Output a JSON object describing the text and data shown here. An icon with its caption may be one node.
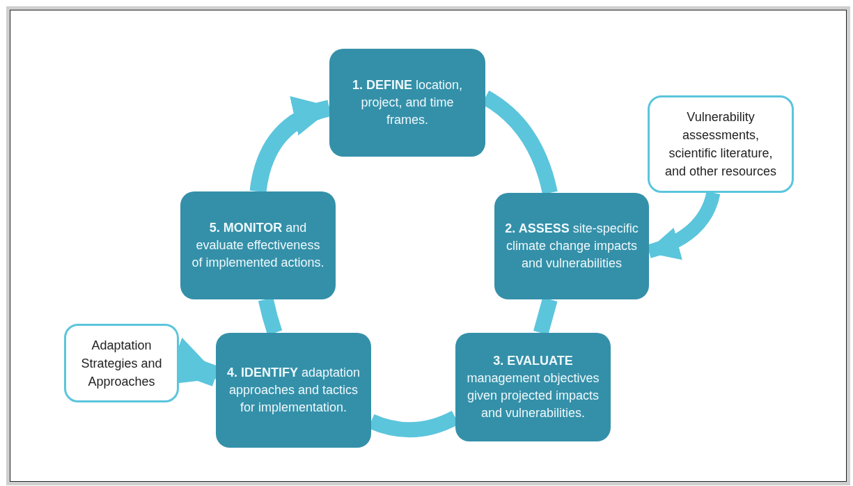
{
  "diagram": {
    "nodes": [
      {
        "text": [
          "**1. DEFINE** location, project, and time frames."
        ]
      },
      {
        "text": [
          "Vulnerability assessments, scientific literature, and other resources"
        ]
      },
      {
        "text": [
          "**5. MONITOR** and evaluate effectiveness of implemented actions."
        ]
      },
      {
        "text": [
          "**2. ASSESS** site-specific climate change impacts and vulnerabilities"
        ]
      },
      {
        "text": [
          "Adaptation Strategies and Approaches"
        ]
      },
      {
        "text": [
          "**4. IDENTIFY** adaptation approaches and tactics for implementation."
        ]
      },
      {
        "text": [
          "**3. EVALUATE** management objectives given projected impacts and vulnerabilities."
        ]
      }
    ],
    "edges": [
      {
        "from": 0,
        "to": 3,
        "arrow": "none"
      },
      {
        "from": 3,
        "to": 6,
        "arrow": "none"
      },
      {
        "from": 6,
        "to": 5,
        "arrow": "none"
      },
      {
        "from": 5,
        "to": 2,
        "arrow": "none"
      },
      {
        "from": 2,
        "to": 0,
        "arrow": "to"
      },
      {
        "from": 1,
        "to": 3,
        "arrow": "to"
      },
      {
        "from": 4,
        "to": 5,
        "arrow": "to"
      }
    ]
  }
}
